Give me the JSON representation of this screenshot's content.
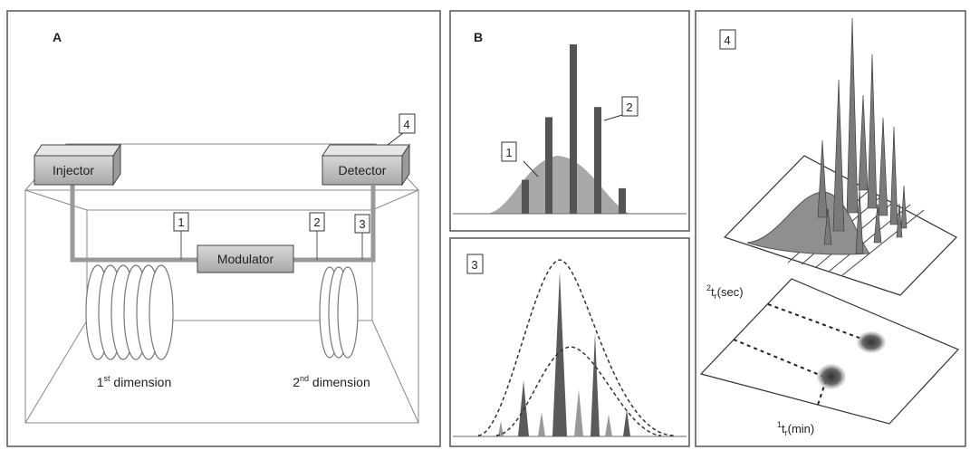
{
  "panel_a": {
    "letter": "A",
    "injector": "Injector",
    "detector": "Detector",
    "modulator": "Modulator",
    "dim1": {
      "base": "1",
      "sup": "st",
      "rest": " dimension"
    },
    "dim2": {
      "base": "2",
      "sup": "nd",
      "rest": " dimension"
    },
    "markers": [
      "1",
      "2",
      "3",
      "4"
    ]
  },
  "panel_b": {
    "letter": "B",
    "markers": [
      "1",
      "2"
    ],
    "bar_heights": [
      0.2,
      0.57,
      1.0,
      0.63,
      0.15
    ]
  },
  "panel_3": {
    "marker": "3"
  },
  "panel_4": {
    "marker": "4",
    "axis_y": {
      "sup": "2",
      "base": "t",
      "sub": "r",
      "rest": "(sec)"
    },
    "axis_x": {
      "sup": "1",
      "base": "t",
      "sub": "r",
      "rest": "(min)"
    }
  }
}
